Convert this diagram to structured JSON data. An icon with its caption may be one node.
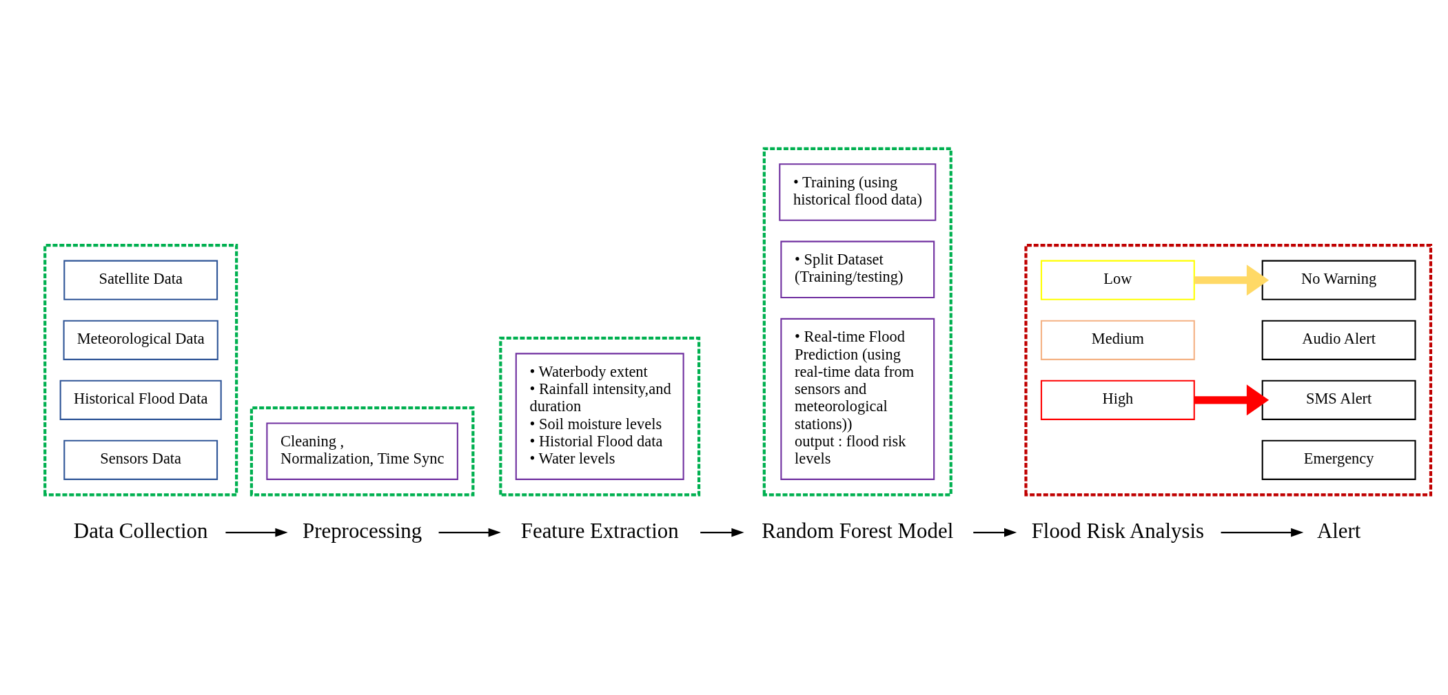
{
  "diagram": {
    "nodes": [
      {
        "text": [
          "Data Collection"
        ]
      },
      {
        "text": [
          "Preprocessing"
        ]
      },
      {
        "text": [
          "Feature Extraction"
        ]
      },
      {
        "text": [
          "Random Forest Model"
        ]
      },
      {
        "text": [
          "Flood Risk Analysis"
        ]
      },
      {
        "text": [
          "Alert"
        ]
      },
      {
        "text": [],
        "shape": "box"
      },
      {
        "text": [
          "Satellite Data"
        ],
        "in": 6
      },
      {
        "text": [
          "Meteorological Data"
        ],
        "in": 6
      },
      {
        "text": [
          "Historical Flood Data"
        ],
        "in": 6
      },
      {
        "text": [
          "Sensors Data"
        ],
        "in": 6
      },
      {
        "text": [],
        "shape": "box"
      },
      {
        "text": [
          "Cleaning , Normalization, Time Sync"
        ],
        "in": 11
      },
      {
        "text": [],
        "shape": "box"
      },
      {
        "text": [
          "• Waterbody extent",
          "• Rainfall intensity,and duration",
          "• Soil moisture levels",
          "• Historial Flood data",
          "• Water levels"
        ],
        "in": 13
      },
      {
        "text": [],
        "shape": "box"
      },
      {
        "text": [
          "• Training (using historical flood data)"
        ],
        "in": 15
      },
      {
        "text": [
          "• Split Dataset (Training/testing)"
        ],
        "in": 15
      },
      {
        "text": [
          "• Real-time Flood Prediction (using real-time data from sensors and meteorological stations))",
          "output : flood risk levels"
        ],
        "in": 15
      },
      {
        "text": [],
        "shape": "box"
      },
      {
        "text": [
          "Low"
        ],
        "in": 19
      },
      {
        "text": [
          "Medium"
        ],
        "in": 19
      },
      {
        "text": [
          "High"
        ],
        "in": 19
      },
      {
        "text": [
          "No Warning"
        ],
        "in": 19
      },
      {
        "text": [
          "Audio Alert"
        ],
        "in": 19
      },
      {
        "text": [
          "SMS Alert"
        ],
        "in": 19
      },
      {
        "text": [
          "Emergency"
        ],
        "in": 19
      }
    ],
    "edges": [
      {
        "from": 0,
        "to": 1,
        "arrow": "to"
      },
      {
        "from": 1,
        "to": 2,
        "arrow": "to"
      },
      {
        "from": 2,
        "to": 3,
        "arrow": "to"
      },
      {
        "from": 3,
        "to": 4,
        "arrow": "to"
      },
      {
        "from": 4,
        "to": 5,
        "arrow": "to"
      },
      {
        "from": 20,
        "to": 23,
        "arrow": "to",
        "style": "thick",
        "color": "#ffd966"
      },
      {
        "from": 22,
        "to": 25,
        "arrow": "to",
        "style": "thick",
        "color": "#ff0000"
      }
    ]
  }
}
